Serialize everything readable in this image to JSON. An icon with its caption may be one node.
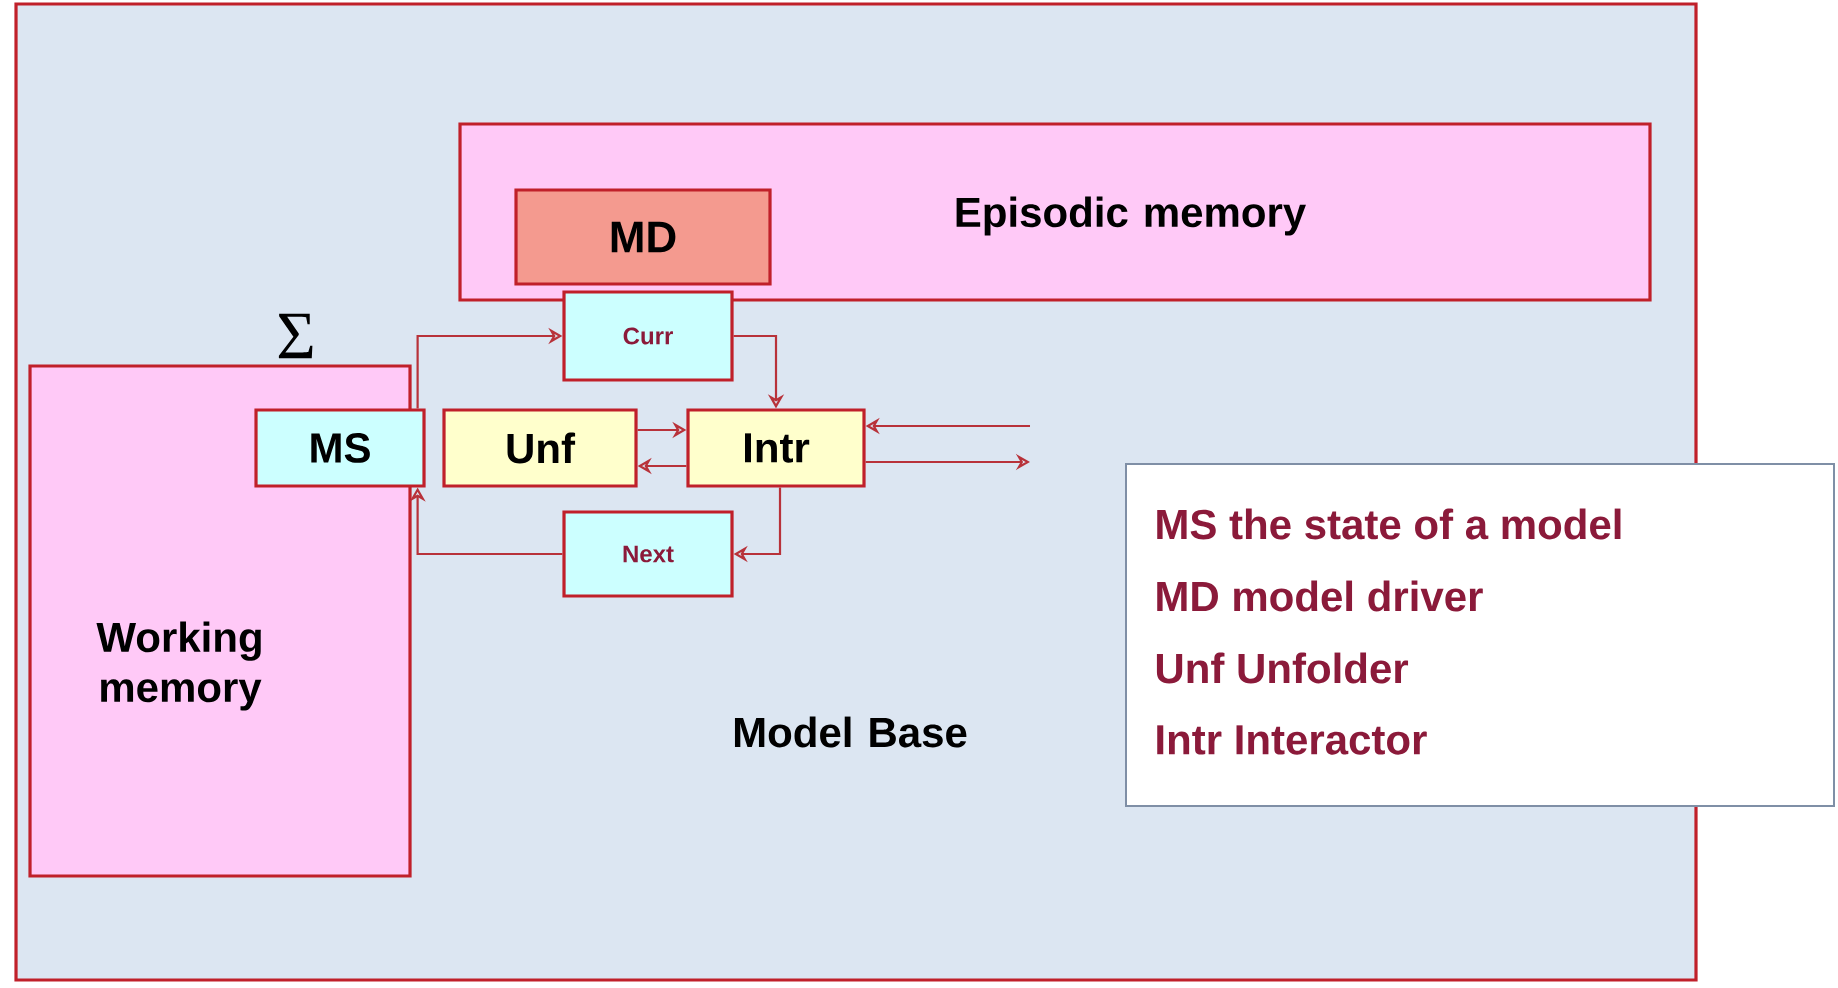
{
  "diagram": {
    "nodes": [
      {
        "text": [
          "Model Base"
        ]
      },
      {
        "text": [
          "Episodic memory"
        ],
        "in": 0
      },
      {
        "text": [
          "MD"
        ],
        "in": 1
      },
      {
        "text": [
          "Curr"
        ],
        "in": 0
      },
      {
        "text": [
          "Working memory"
        ],
        "in": 0
      },
      {
        "text": [
          "MS"
        ],
        "in": 0
      },
      {
        "text": [
          "Unf"
        ],
        "in": 0
      },
      {
        "text": [
          "Intr"
        ],
        "in": 0
      },
      {
        "text": [
          "Next"
        ],
        "in": 0
      },
      {
        "text": [
          "MS the state of a model",
          "MD model driver",
          "Unf Unfolder",
          "Intr Interactor"
        ]
      }
    ],
    "edges": [
      {
        "from": 5,
        "to": 3,
        "arrow": "to"
      },
      {
        "from": 3,
        "to": 7,
        "arrow": "to"
      },
      {
        "from": 6,
        "to": 7,
        "arrow": "to"
      },
      {
        "from": 7,
        "to": 6,
        "arrow": "to"
      },
      {
        "from": 7,
        "to": 8,
        "arrow": "to"
      },
      {
        "from": 8,
        "to": 5,
        "arrow": "to"
      },
      {
        "from": null,
        "to": 7,
        "arrow": "to"
      },
      {
        "from": 7,
        "to": null,
        "arrow": "to"
      }
    ],
    "labels": [
      "Σ"
    ]
  }
}
